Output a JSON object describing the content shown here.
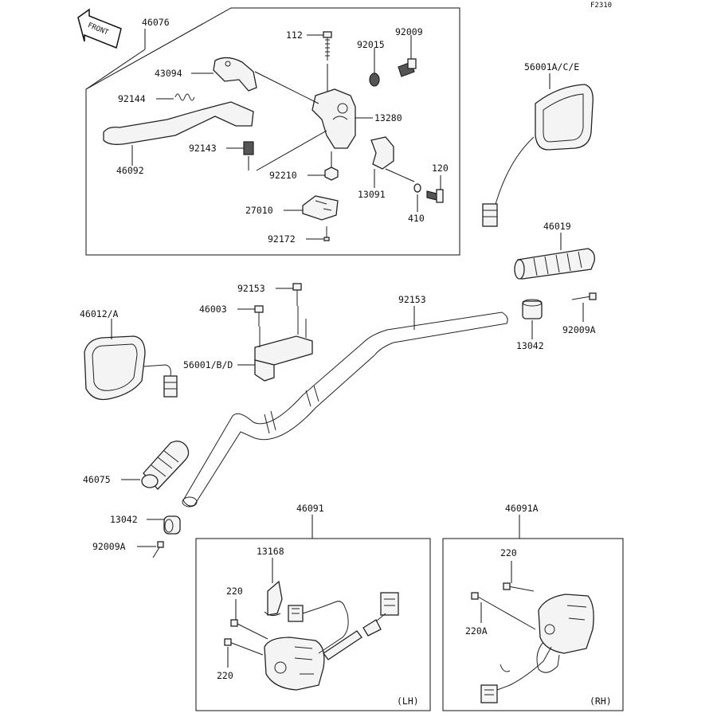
{
  "diagram_code": "F2310",
  "front_label": "FRONT",
  "callouts": [
    {
      "id": "c46076",
      "text": "46076"
    },
    {
      "id": "c43094",
      "text": "43094"
    },
    {
      "id": "c92144",
      "text": "92144"
    },
    {
      "id": "c92143",
      "text": "92143"
    },
    {
      "id": "c46092",
      "text": "46092"
    },
    {
      "id": "c112",
      "text": "112"
    },
    {
      "id": "c92015",
      "text": "92015"
    },
    {
      "id": "c92009",
      "text": "92009"
    },
    {
      "id": "c13280",
      "text": "13280"
    },
    {
      "id": "c92210",
      "text": "92210"
    },
    {
      "id": "c13091",
      "text": "13091"
    },
    {
      "id": "c120",
      "text": "120"
    },
    {
      "id": "c410",
      "text": "410"
    },
    {
      "id": "c27010",
      "text": "27010"
    },
    {
      "id": "c92172",
      "text": "92172"
    },
    {
      "id": "c56001ace",
      "text": "56001A/C/E"
    },
    {
      "id": "c46019",
      "text": "46019"
    },
    {
      "id": "c13042r",
      "text": "13042"
    },
    {
      "id": "c92009ar",
      "text": "92009A"
    },
    {
      "id": "c92153a",
      "text": "92153"
    },
    {
      "id": "c92153b",
      "text": "92153"
    },
    {
      "id": "c46003",
      "text": "46003"
    },
    {
      "id": "c56001bd",
      "text": "56001/B/D"
    },
    {
      "id": "c46012a",
      "text": "46012/A"
    },
    {
      "id": "c46075",
      "text": "46075"
    },
    {
      "id": "c13042l",
      "text": "13042"
    },
    {
      "id": "c92009al",
      "text": "92009A"
    },
    {
      "id": "c46091",
      "text": "46091"
    },
    {
      "id": "c13168",
      "text": "13168"
    },
    {
      "id": "c220a",
      "text": "220"
    },
    {
      "id": "c220b",
      "text": "220"
    },
    {
      "id": "c46091a",
      "text": "46091A"
    },
    {
      "id": "c220c",
      "text": "220"
    },
    {
      "id": "c220ar",
      "text": "220A"
    }
  ],
  "side_labels": {
    "left": "(LH)",
    "right": "(RH)"
  }
}
